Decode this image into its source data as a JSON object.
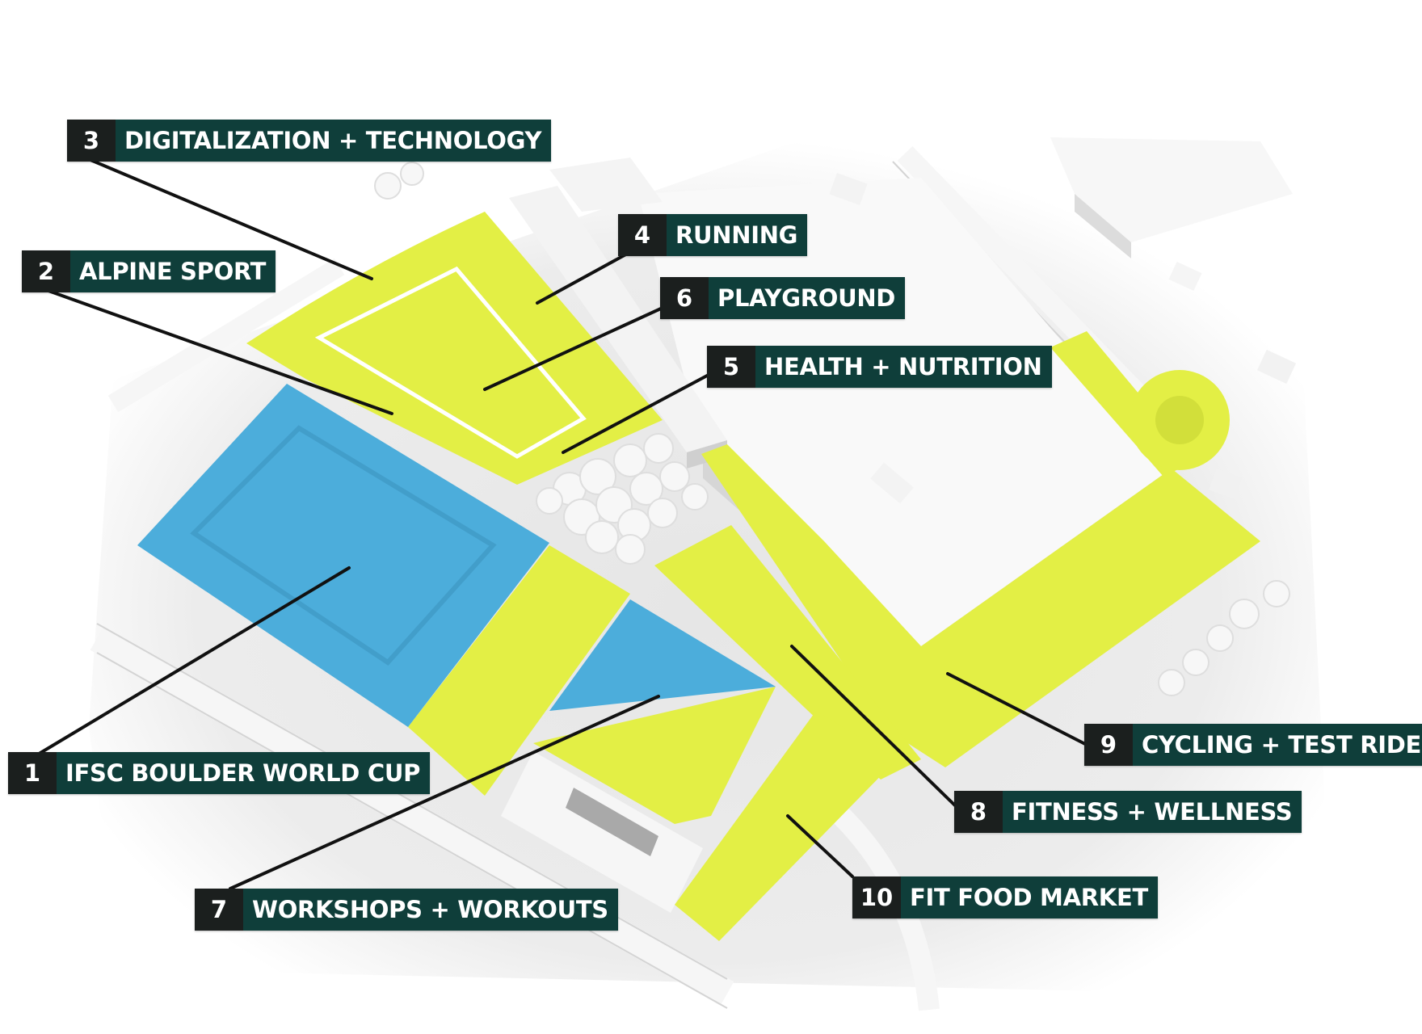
{
  "colors": {
    "accent_green": "#e3ef45",
    "accent_blue": "#4caddb",
    "label_number_bg": "#1b1f1e",
    "label_text_bg": "#0f3e3a",
    "label_text": "#ffffff",
    "leader_line": "#111111",
    "ground": "#ececec",
    "building": "#f8f8f8"
  },
  "zones": [
    {
      "number": "3",
      "name": "DIGITALIZATION + TECHNOLOGY",
      "color": "green"
    },
    {
      "number": "4",
      "name": "RUNNING",
      "color": "green"
    },
    {
      "number": "2",
      "name": "ALPINE SPORT",
      "color": "green"
    },
    {
      "number": "6",
      "name": "PLAYGROUND",
      "color": "green"
    },
    {
      "number": "5",
      "name": "HEALTH + NUTRITION",
      "color": "green"
    },
    {
      "number": "9",
      "name": "CYCLING + TEST RIDE",
      "color": "green"
    },
    {
      "number": "1",
      "name": "IFSC BOULDER WORLD CUP",
      "color": "blue"
    },
    {
      "number": "8",
      "name": "FITNESS + WELLNESS",
      "color": "green"
    },
    {
      "number": "10",
      "name": "FIT FOOD MARKET",
      "color": "green"
    },
    {
      "number": "7",
      "name": "WORKSHOPS + WORKOUTS",
      "color": "blue"
    }
  ]
}
